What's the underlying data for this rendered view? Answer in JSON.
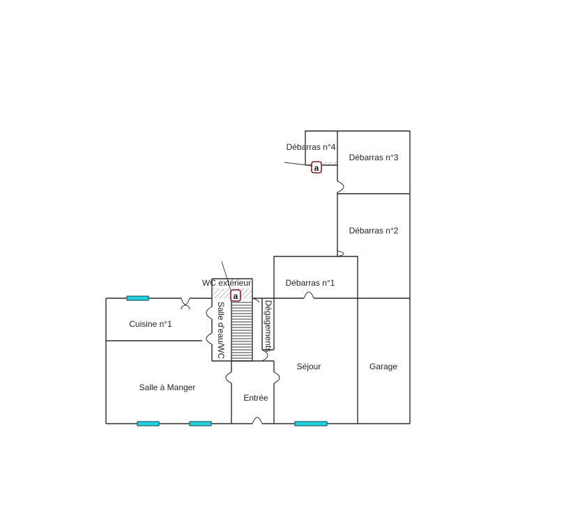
{
  "rooms": {
    "debarras4": "Débarras n°4",
    "debarras3": "Débarras n°3",
    "debarras2": "Débarras n°2",
    "debarras1": "Débarras n°1",
    "wc_exterieur": "WC extérieur",
    "cuisine1": "Cuisine n°1",
    "salle_eau_wc": "Salle d'eau/WC",
    "degagements": "Dégagements",
    "sejour": "Séjour",
    "garage": "Garage",
    "salle_a_manger": "Salle à Manger",
    "entree": "Entrée"
  },
  "markers": {
    "symbol": "a"
  },
  "colors": {
    "wall": "#2a2a2a",
    "window": "#22d3e0",
    "marker_ring": "#8b1a1a"
  }
}
